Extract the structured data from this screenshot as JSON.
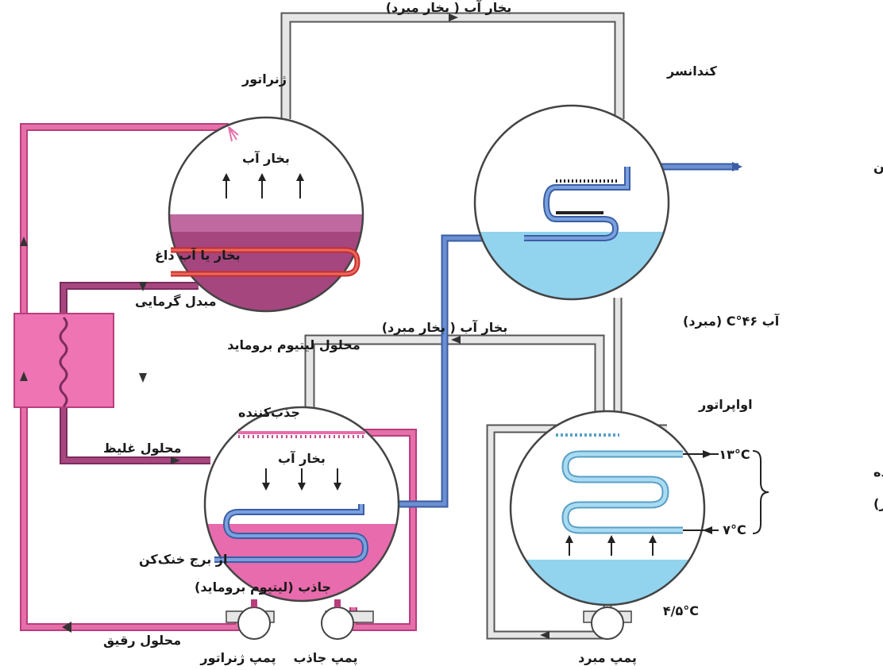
{
  "labels": {
    "vapor_top": "بخار آب ( بخار مبرد)",
    "generator": "ژنراتور",
    "condenser": "کندانسر",
    "to_cooling_tower": "به‌طرف برج خنک‌کن",
    "generator_vapor": "بخار آب",
    "steam_or_hot_water": "بخار یا آب داغ",
    "heat_exchanger": "مبدل گرمایی",
    "libr_solution": "محلول لیتیوم بروماید",
    "water_46": "آب ۴۶°C (مبرد)",
    "vapor_middle": "بخار آب ( بخار مبرد)",
    "absorber_top": "جذب‌کننده",
    "evaporator": "اواپراتور",
    "strong_solution": "محلول غلیظ",
    "absorber_vapor": "بخار آب",
    "temp_13": "۱۳°C",
    "chilled_water": "آب سرد شده",
    "to_air_handler": "(به هوا ساز)",
    "temp_7": "۷°C",
    "from_cooling_tower": "از برج خنک‌کن",
    "absorber_libr": "جاذب (لیتیوم بروماید)",
    "temp_4_5": "۴/۵°C",
    "weak_solution": "محلول رقیق",
    "generator_pump": "پمپ ژنراتور",
    "absorber_pump": "پمپ جاذب",
    "refrigerant_pump": "پمپ مبرد"
  },
  "colors": {
    "pink_solution": "#e05a9a",
    "dark_solution": "#9c3f74",
    "blue_water_pipe": "#4a6fb5",
    "light_water": "#8fd0ea",
    "steam_red": "#d8403e",
    "vapor_pipe": "#d9d9d9"
  }
}
